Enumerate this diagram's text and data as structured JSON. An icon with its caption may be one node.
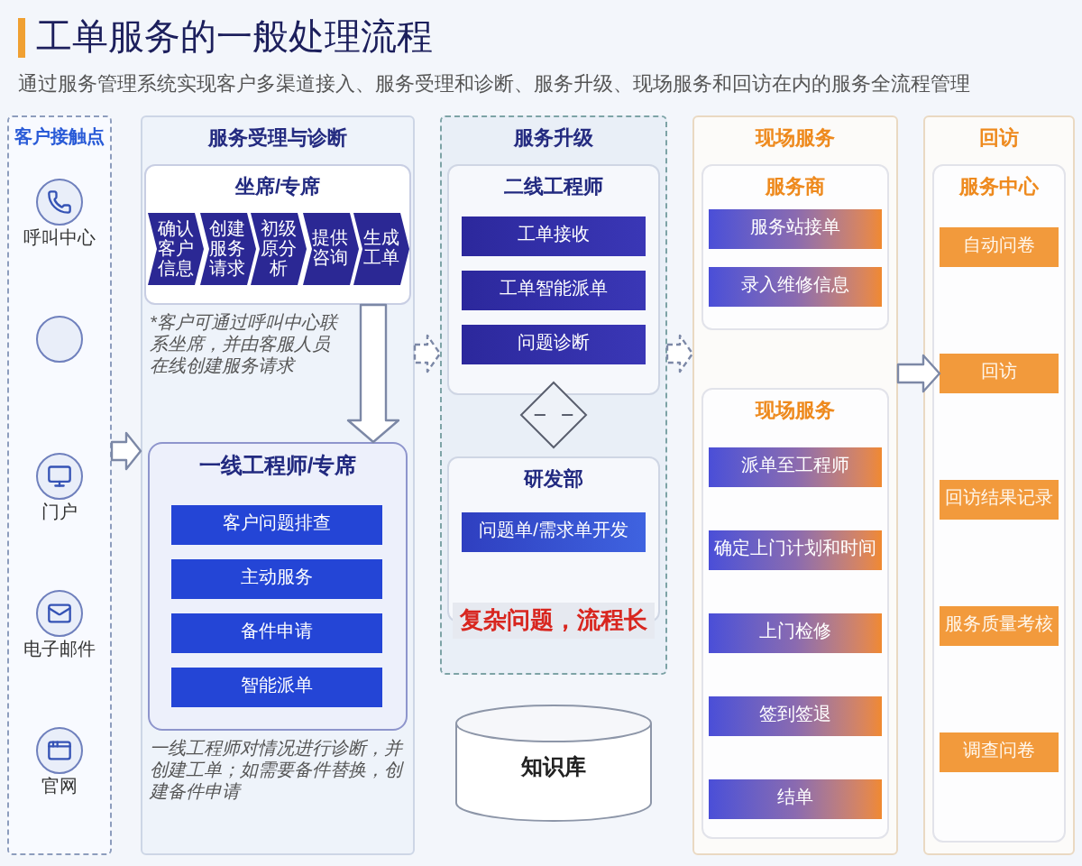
{
  "diagram": {
    "title": "工单服务的一般处理流程",
    "nodes": [
      {
        "text": [
          "客户接触点"
        ]
      },
      {
        "text": [
          "呼叫中心"
        ],
        "in": 0
      },
      {
        "text": [],
        "shape": "circle",
        "in": 0
      },
      {
        "text": [
          "门户"
        ],
        "in": 0
      },
      {
        "text": [
          "电子邮件"
        ],
        "in": 0
      },
      {
        "text": [
          "官网"
        ],
        "in": 0
      },
      {
        "text": [
          "服务受理与诊断"
        ]
      },
      {
        "text": [
          "坐席/专席"
        ],
        "in": 6
      },
      {
        "text": [
          "确认客户信息"
        ],
        "in": 7
      },
      {
        "text": [
          "创建服务请求"
        ],
        "in": 7
      },
      {
        "text": [
          "初级原分析"
        ],
        "in": 7
      },
      {
        "text": [
          "提供咨询"
        ],
        "in": 7
      },
      {
        "text": [
          "生成工单"
        ],
        "in": 7
      },
      {
        "text": [
          "一线工程师/专席"
        ],
        "in": 6
      },
      {
        "text": [
          "客户问题排查"
        ],
        "in": 13
      },
      {
        "text": [
          "主动服务"
        ],
        "in": 13
      },
      {
        "text": [
          "备件申请"
        ],
        "in": 13
      },
      {
        "text": [
          "智能派单"
        ],
        "in": 13
      },
      {
        "text": [
          "服务升级"
        ]
      },
      {
        "text": [
          "二线工程师"
        ],
        "in": 18
      },
      {
        "text": [
          "工单接收"
        ],
        "in": 19
      },
      {
        "text": [
          "工单智能派单"
        ],
        "in": 19
      },
      {
        "text": [
          "问题诊断"
        ],
        "in": 19
      },
      {
        "text": [],
        "shape": "diamond",
        "in": 18
      },
      {
        "text": [
          "研发部"
        ],
        "in": 18
      },
      {
        "text": [
          "问题单/需求单开发"
        ],
        "in": 24
      },
      {
        "text": [
          "知识库"
        ]
      },
      {
        "text": [
          "现场服务"
        ]
      },
      {
        "text": [
          "服务商"
        ],
        "in": 27
      },
      {
        "text": [
          "服务站接单"
        ],
        "in": 28
      },
      {
        "text": [
          "录入维修信息"
        ],
        "in": 28
      },
      {
        "text": [
          "现场服务"
        ],
        "in": 27
      },
      {
        "text": [
          "派单至工程师"
        ],
        "in": 31
      },
      {
        "text": [
          "确定上门计划和时间"
        ],
        "in": 31
      },
      {
        "text": [
          "上门检修"
        ],
        "in": 31
      },
      {
        "text": [
          "签到签退"
        ],
        "in": 31
      },
      {
        "text": [
          "结单"
        ],
        "in": 31
      },
      {
        "text": [
          "回访"
        ]
      },
      {
        "text": [
          "服务中心"
        ],
        "in": 37
      },
      {
        "text": [
          "自动问卷"
        ],
        "in": 38
      },
      {
        "text": [
          "回访"
        ],
        "in": 38
      },
      {
        "text": [
          "回访结果记录"
        ],
        "in": 38
      },
      {
        "text": [
          "服务质量考核"
        ],
        "in": 38
      },
      {
        "text": [
          "调查问卷"
        ],
        "in": 38
      }
    ],
    "edges": [
      {
        "from": 0,
        "to": 6,
        "arrow": "to"
      },
      {
        "from": 7,
        "to": 13,
        "arrow": "to"
      },
      {
        "from": 6,
        "to": 18,
        "arrow": "to",
        "style": "dashed"
      },
      {
        "from": 18,
        "to": 27,
        "arrow": "to",
        "style": "dashed"
      },
      {
        "from": 27,
        "to": 40,
        "arrow": "to"
      }
    ],
    "labels": [
      "通过服务管理系统实现客户多渠道接入、服务受理和诊断、服务升级、现场服务和回访在内的服务全流程管理",
      "*客户可通过呼叫中心联系坐席，并由客服人员在线创建服务请求",
      "一线工程师对情况进行诊断，并创建工单；如需要备件替换，创建备件申请",
      "复杂问题，流程长"
    ]
  }
}
